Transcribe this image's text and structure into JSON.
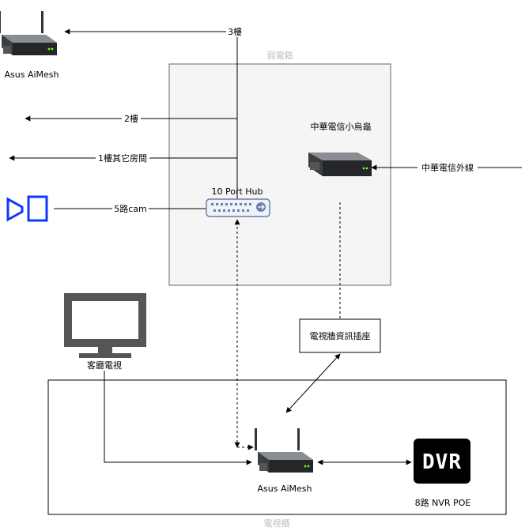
{
  "colors": {
    "line": "#000000",
    "box_fill": "#f5f5f5",
    "box_stroke": "#666666",
    "group_label": "#bdbdbd",
    "camera": "#0f38ff",
    "hub": "#6b7fa6",
    "dvr_bg": "#000000"
  },
  "boxes": {
    "weak_box": "弱電箱",
    "tv_cabinet": "電視櫃"
  },
  "nodes": {
    "router_top": "Asus AiMesh",
    "cht_modem": "中華電信小烏龜",
    "hub": "10 Port Hub",
    "tv": "客廳電視",
    "outlet": "電視牆資訊插座",
    "router_bottom": "Asus AiMesh",
    "dvr_text": "DVR",
    "nvr": "8路 NVR POE"
  },
  "edges": {
    "floor3": "3樓",
    "floor2": "2樓",
    "floor1": "1樓其它房間",
    "cam": "5路cam",
    "external": "中華電信外線"
  },
  "icons": [
    "router-icon",
    "camera-icon",
    "hub-icon",
    "tv-icon",
    "dvr-icon"
  ]
}
